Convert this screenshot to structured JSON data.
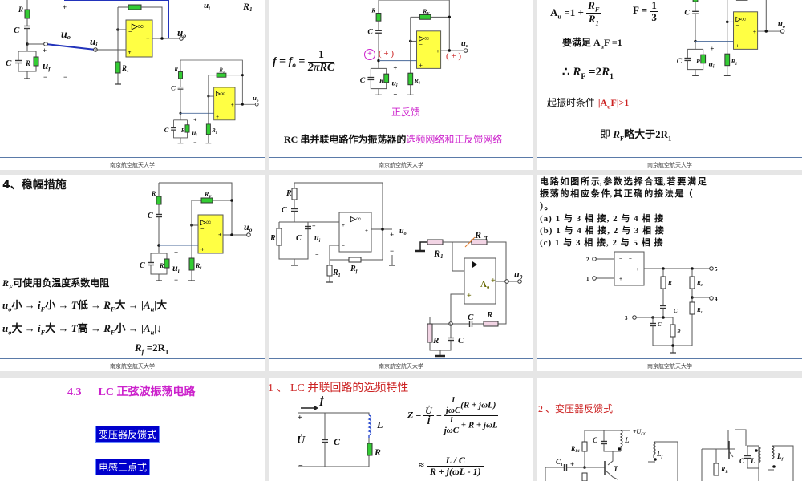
{
  "footer": "南京航空航天大学",
  "labels": {
    "R": {
      "m": "R",
      "s": ""
    },
    "C": {
      "m": "C",
      "s": ""
    },
    "RF": {
      "m": "R",
      "s": "F"
    },
    "Rf": {
      "m": "R",
      "s": "f"
    },
    "R1": {
      "m": "R",
      "s": "1"
    },
    "R2": {
      "m": "R",
      "s": "2"
    },
    "RT": {
      "m": "R",
      "s": "T"
    },
    "RB": {
      "m": "R",
      "s": "B"
    },
    "Rb1": {
      "m": "R",
      "s": "B1"
    },
    "C1": {
      "m": "C",
      "s": "1"
    },
    "uo": {
      "m": "u",
      "s": "o"
    },
    "u0": {
      "m": "u",
      "s": "0"
    },
    "ui": {
      "m": "u",
      "s": "i"
    },
    "uf": {
      "m": "u",
      "s": "f"
    },
    "Ao": {
      "m": "A",
      "s": "o"
    },
    "L": {
      "m": "L",
      "s": ""
    },
    "Lf": {
      "m": "L",
      "s": "f"
    },
    "T": {
      "m": "T",
      "s": ""
    },
    "Ucc": {
      "m": "+U",
      "s": "CC"
    },
    "Idot": {
      "m": "İ",
      "s": ""
    },
    "Udot": {
      "m": "U̇",
      "s": ""
    },
    "plus": {
      "m": "+",
      "s": ""
    },
    "minus": {
      "m": "−",
      "s": ""
    },
    "inf": {
      "m": "▷∞",
      "s": ""
    },
    "n1": {
      "m": "1",
      "s": ""
    },
    "n2": {
      "m": "2",
      "s": ""
    },
    "n3": {
      "m": "3",
      "s": ""
    },
    "n4": {
      "m": "4",
      "s": ""
    },
    "n5": {
      "m": "5",
      "s": ""
    }
  },
  "slide2": {
    "formula": {
      "f": "f",
      "eq1": " = ",
      "fo": "f",
      "fo_sub": "o",
      "eq2": " =",
      "num": "1",
      "den": "2πRC"
    },
    "phase_circle": "+",
    "phase_in": "( + )",
    "phase_out": "( + )",
    "positive_feedback": "正反馈",
    "caption_black": "RC 串并联电路作为振荡器的",
    "caption_magenta": "选频网络和正反馈网络"
  },
  "slide3": {
    "au_eq": "A",
    "au_sub": "u",
    "au_rhs": " =1 + ",
    "frac_num": "R",
    "frac_num_sub": "F",
    "frac_den": "R",
    "frac_den_sub": "1",
    "f_eq": "F = ",
    "f_num": "1",
    "f_den": "3",
    "condition_prefix": "要满足  A",
    "condition_sub": "u",
    "condition_suffix": "F =1",
    "therefore": "∴ ",
    "rf": "R",
    "rf_sub": "F",
    "rf_rhs": " =2",
    "r1": "R",
    "r1_sub": "1",
    "start_prefix": "起振时条件 ",
    "start_red": "|A",
    "start_red_sub": "u",
    "start_red_end": "F|>1",
    "ji": "即  ",
    "ji_r": "R",
    "ji_r_sub": "F",
    "ji_text": "略大于",
    "ji_2r": "2R",
    "ji_2r_sub": "1"
  },
  "slide4": {
    "title": "4、稳幅措施",
    "ntc_r": "R",
    "ntc_sub": "F",
    "ntc_text": "可使用负温度系数电阻",
    "line1": [
      "u",
      "o",
      "小 → ",
      "i",
      "F",
      "小 → ",
      "T",
      "低 → ",
      "R",
      "F",
      "大 → |",
      "A",
      "u",
      "|大"
    ],
    "line2": [
      "u",
      "o",
      "大 → ",
      "i",
      "F",
      "大 → ",
      "T",
      "高 → ",
      "R",
      "F",
      "小 → |",
      "A",
      "u",
      "|↓"
    ],
    "result": {
      "r": "R",
      "sub": "f",
      "rhs": " =2R",
      "sub2": "1"
    }
  },
  "slide6": {
    "question_lines": [
      "电 路 如 图 所 示, 参 数 选 择 合 理, 若 要 满 足",
      "振 荡 的 相 应 条 件,  其 正 确 的 接 法 是（",
      "）。"
    ],
    "options": [
      "(a) 1 与  3 相 接,   2 与  4 相 接",
      "(b) 1 与  4 相 接,   2 与  3 相 接",
      "(c) 1 与  3 相 接,   2 与  5 相 接"
    ]
  },
  "slide7": {
    "title": "4.3      LC 正弦波振荡电路",
    "buttons": [
      "变压器反馈式",
      "电感三点式"
    ]
  },
  "slide8": {
    "title": "1 、 LC 并联回路的选频特性",
    "z": "Z =",
    "u": "U̇",
    "i": "İ",
    "eq": " =",
    "a_num": "1",
    "a_den": "jωC",
    "a_tail": "(R + jωL)",
    "b_tail": " + R + jωL",
    "approx": "≈",
    "lc": "L / C",
    "den": "R + j(ωL - ",
    "den_num": "1",
    "den_close": ")"
  },
  "slide9": {
    "title": "2 、变压器反馈式"
  },
  "colors": {
    "opamp": "#ffff44",
    "resistor": "#33cc33",
    "pink_resistor": "#f2d4e4",
    "magenta": "#cc22cc",
    "red": "#cc2222",
    "button": "#0000cc",
    "footer_line": "#5a7aa8"
  }
}
